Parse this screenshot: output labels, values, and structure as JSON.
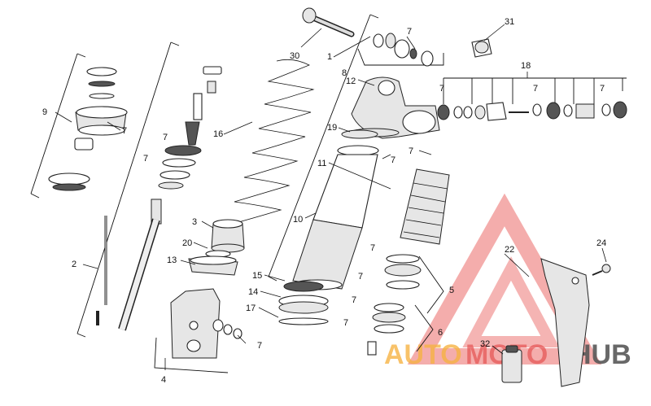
{
  "diagram": {
    "callouts": [
      {
        "id": "c1",
        "text": "1"
      },
      {
        "id": "c2",
        "text": "2"
      },
      {
        "id": "c3",
        "text": "3"
      },
      {
        "id": "c4",
        "text": "4"
      },
      {
        "id": "c5",
        "text": "5"
      },
      {
        "id": "c6",
        "text": "6"
      },
      {
        "id": "c7a",
        "text": "7"
      },
      {
        "id": "c7b",
        "text": "7"
      },
      {
        "id": "c7c",
        "text": "7"
      },
      {
        "id": "c7d",
        "text": "7"
      },
      {
        "id": "c7e",
        "text": "7"
      },
      {
        "id": "c7f",
        "text": "7"
      },
      {
        "id": "c7g",
        "text": "7"
      },
      {
        "id": "c7h",
        "text": "7"
      },
      {
        "id": "c7i",
        "text": "7"
      },
      {
        "id": "c7j",
        "text": "7"
      },
      {
        "id": "c7k",
        "text": "7"
      },
      {
        "id": "c7l",
        "text": "7"
      },
      {
        "id": "c7m",
        "text": "7"
      },
      {
        "id": "c7n",
        "text": "7"
      },
      {
        "id": "c8",
        "text": "8"
      },
      {
        "id": "c9",
        "text": "9"
      },
      {
        "id": "c10",
        "text": "10"
      },
      {
        "id": "c11",
        "text": "11"
      },
      {
        "id": "c12",
        "text": "12"
      },
      {
        "id": "c13",
        "text": "13"
      },
      {
        "id": "c14",
        "text": "14"
      },
      {
        "id": "c15",
        "text": "15"
      },
      {
        "id": "c16",
        "text": "16"
      },
      {
        "id": "c17",
        "text": "17"
      },
      {
        "id": "c18",
        "text": "18"
      },
      {
        "id": "c19",
        "text": "19"
      },
      {
        "id": "c20",
        "text": "20"
      },
      {
        "id": "c22",
        "text": "22"
      },
      {
        "id": "c24",
        "text": "24"
      },
      {
        "id": "c30",
        "text": "30"
      },
      {
        "id": "c31",
        "text": "31"
      },
      {
        "id": "c32",
        "text": "32"
      }
    ]
  },
  "watermark": {
    "word_a": "AUTO",
    "word_b": "MOTO",
    "word_c": "HUB",
    "colors": {
      "orange": "#f5a623",
      "red": "#e23b3b",
      "grey": "#3a3a3a"
    }
  }
}
